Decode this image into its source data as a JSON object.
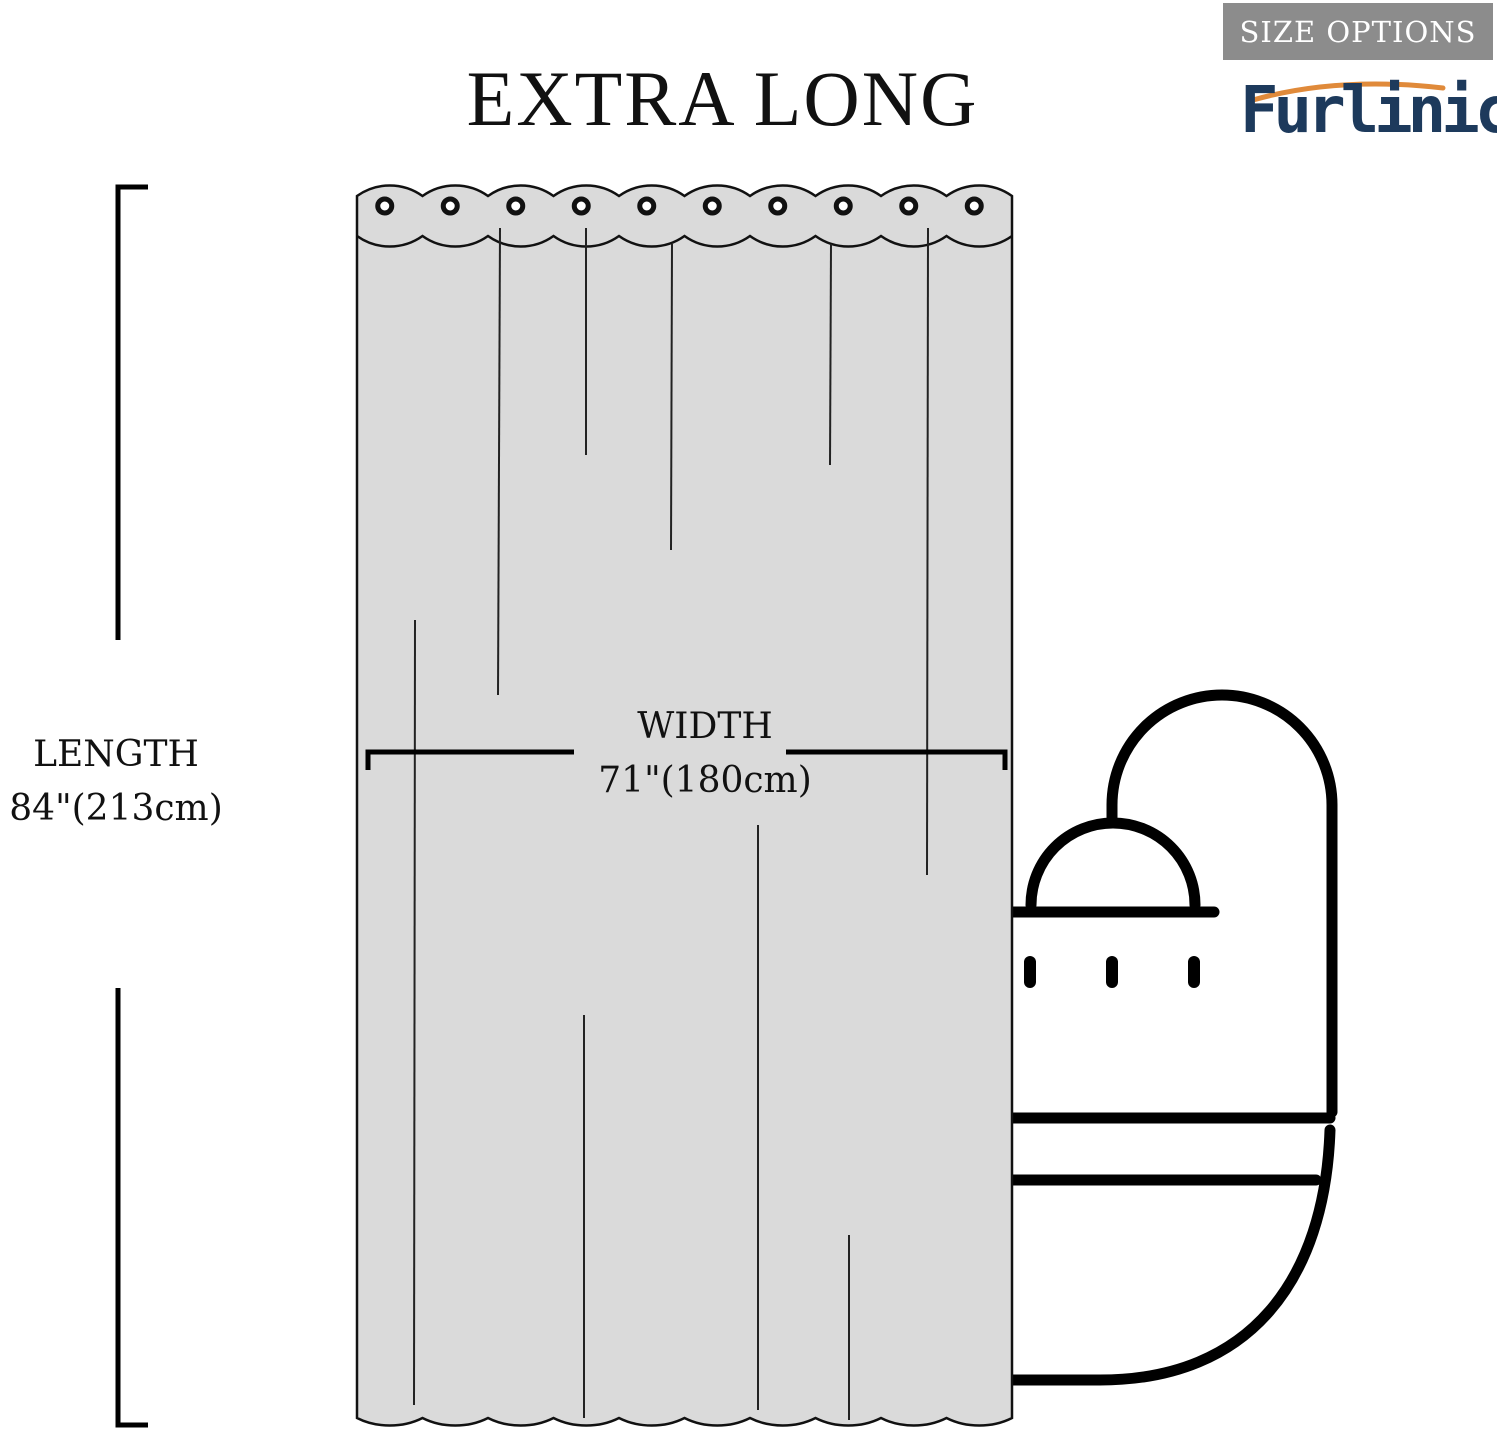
{
  "badge": {
    "label": "SIZE OPTIONS",
    "background": "#8c8c8c"
  },
  "brand": {
    "name": "Furlinic",
    "color": "#1d3a5c",
    "swoosh_color": "#e08a3a"
  },
  "title": "EXTRA LONG",
  "length": {
    "label": "LENGTH",
    "value": "84\"(213cm)"
  },
  "width": {
    "label": "WIDTH",
    "value": "71\"(180cm)"
  },
  "curtain": {
    "color": "#dadada",
    "grommet_count": 10
  },
  "icons": [
    "shower-head-icon",
    "bathtub-icon",
    "curtain-grommet-icon"
  ]
}
